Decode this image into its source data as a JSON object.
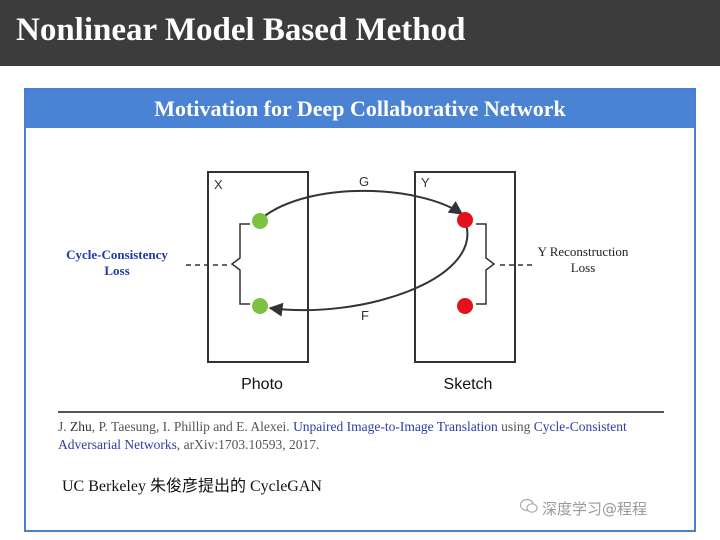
{
  "slide": {
    "title": "Nonlinear Model Based Method",
    "panel_title": "Motivation for Deep Collaborative Network"
  },
  "diagram": {
    "left_box_label": "X",
    "right_box_label": "Y",
    "top_arrow_label": "G",
    "bottom_arrow_label": "F",
    "left_side_label_line1": "Cycle-Consistency",
    "left_side_label_line2": "Loss",
    "right_side_label_line1": "Y Reconstruction",
    "right_side_label_line2": "Loss",
    "left_caption": "Photo",
    "right_caption": "Sketch",
    "colors": {
      "green_node": "#7cc242",
      "red_node": "#e3111b",
      "loss_blue": "#1f3aa6",
      "box_stroke": "#333333"
    }
  },
  "reference": {
    "part1": "J. ",
    "author1": "Zhu",
    "part2": ", P. Taesung, I. Phillip and E. Alexei. ",
    "title_blue": "Unpaired Image-to-Image Translation",
    "part3": " using ",
    "title_blue2": "Cycle-Consistent Adversarial Networks",
    "part4": ", arXiv:1703.10593, 2017."
  },
  "footer": {
    "note": "UC Berkeley 朱俊彦提出的 CycleGAN",
    "watermark": "深度学习@程程",
    "watermark_icon": "wechat-icon"
  }
}
